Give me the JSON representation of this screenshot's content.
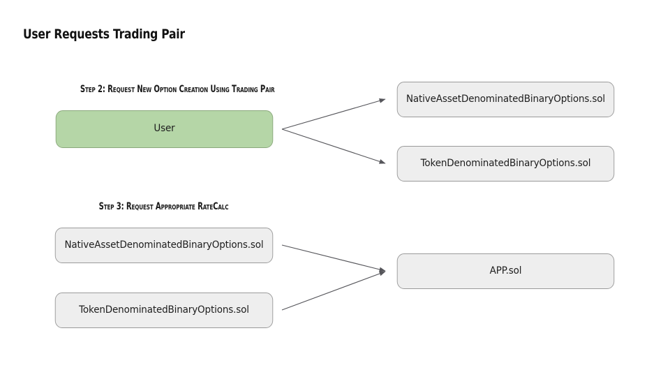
{
  "page": {
    "title": "User Requests Trading Pair",
    "background_color": "#ffffff"
  },
  "theme": {
    "node_fill": "#eeeeee",
    "node_border": "#9a9a9a",
    "actor_fill": "#b5d6a7",
    "actor_border": "#8aa87c",
    "edge_color": "#55555a",
    "text_color": "#1d1d1d"
  },
  "sections": [
    {
      "id": "step2",
      "label": "Step 2: Request New Option Creation Using Trading Pair"
    },
    {
      "id": "step3",
      "label": "Step 3: Request  Appropriate RateCalc"
    }
  ],
  "nodes": {
    "user": "User",
    "native_top": "NativeAssetDenominatedBinaryOptions.sol",
    "token_top": "TokenDenominatedBinaryOptions.sol",
    "native_bottom": "NativeAssetDenominatedBinaryOptions.sol",
    "token_bottom": "TokenDenominatedBinaryOptions.sol",
    "app": "APP.sol"
  },
  "chart_data": {
    "type": "diagram",
    "title": "User Requests Trading Pair",
    "diagram_style": "flowchart",
    "groups": [
      {
        "label": "Step 2: Request New Option Creation Using Trading Pair",
        "nodes": [
          {
            "id": "user",
            "label": "User",
            "fill": "#b5d6a7",
            "shape": "rounded-rect"
          },
          {
            "id": "native_top",
            "label": "NativeAssetDenominatedBinaryOptions.sol",
            "fill": "#eeeeee",
            "shape": "rounded-rect"
          },
          {
            "id": "token_top",
            "label": "TokenDenominatedBinaryOptions.sol",
            "fill": "#eeeeee",
            "shape": "rounded-rect"
          }
        ],
        "edges": [
          {
            "from": "user",
            "to": "native_top",
            "arrow": "single"
          },
          {
            "from": "user",
            "to": "token_top",
            "arrow": "single"
          }
        ]
      },
      {
        "label": "Step 3: Request  Appropriate RateCalc",
        "nodes": [
          {
            "id": "native_bottom",
            "label": "NativeAssetDenominatedBinaryOptions.sol",
            "fill": "#eeeeee",
            "shape": "rounded-rect"
          },
          {
            "id": "token_bottom",
            "label": "TokenDenominatedBinaryOptions.sol",
            "fill": "#eeeeee",
            "shape": "rounded-rect"
          },
          {
            "id": "app",
            "label": "APP.sol",
            "fill": "#eeeeee",
            "shape": "rounded-rect"
          }
        ],
        "edges": [
          {
            "from": "native_bottom",
            "to": "app",
            "arrow": "single"
          },
          {
            "from": "token_bottom",
            "to": "app",
            "arrow": "single"
          }
        ]
      }
    ]
  }
}
